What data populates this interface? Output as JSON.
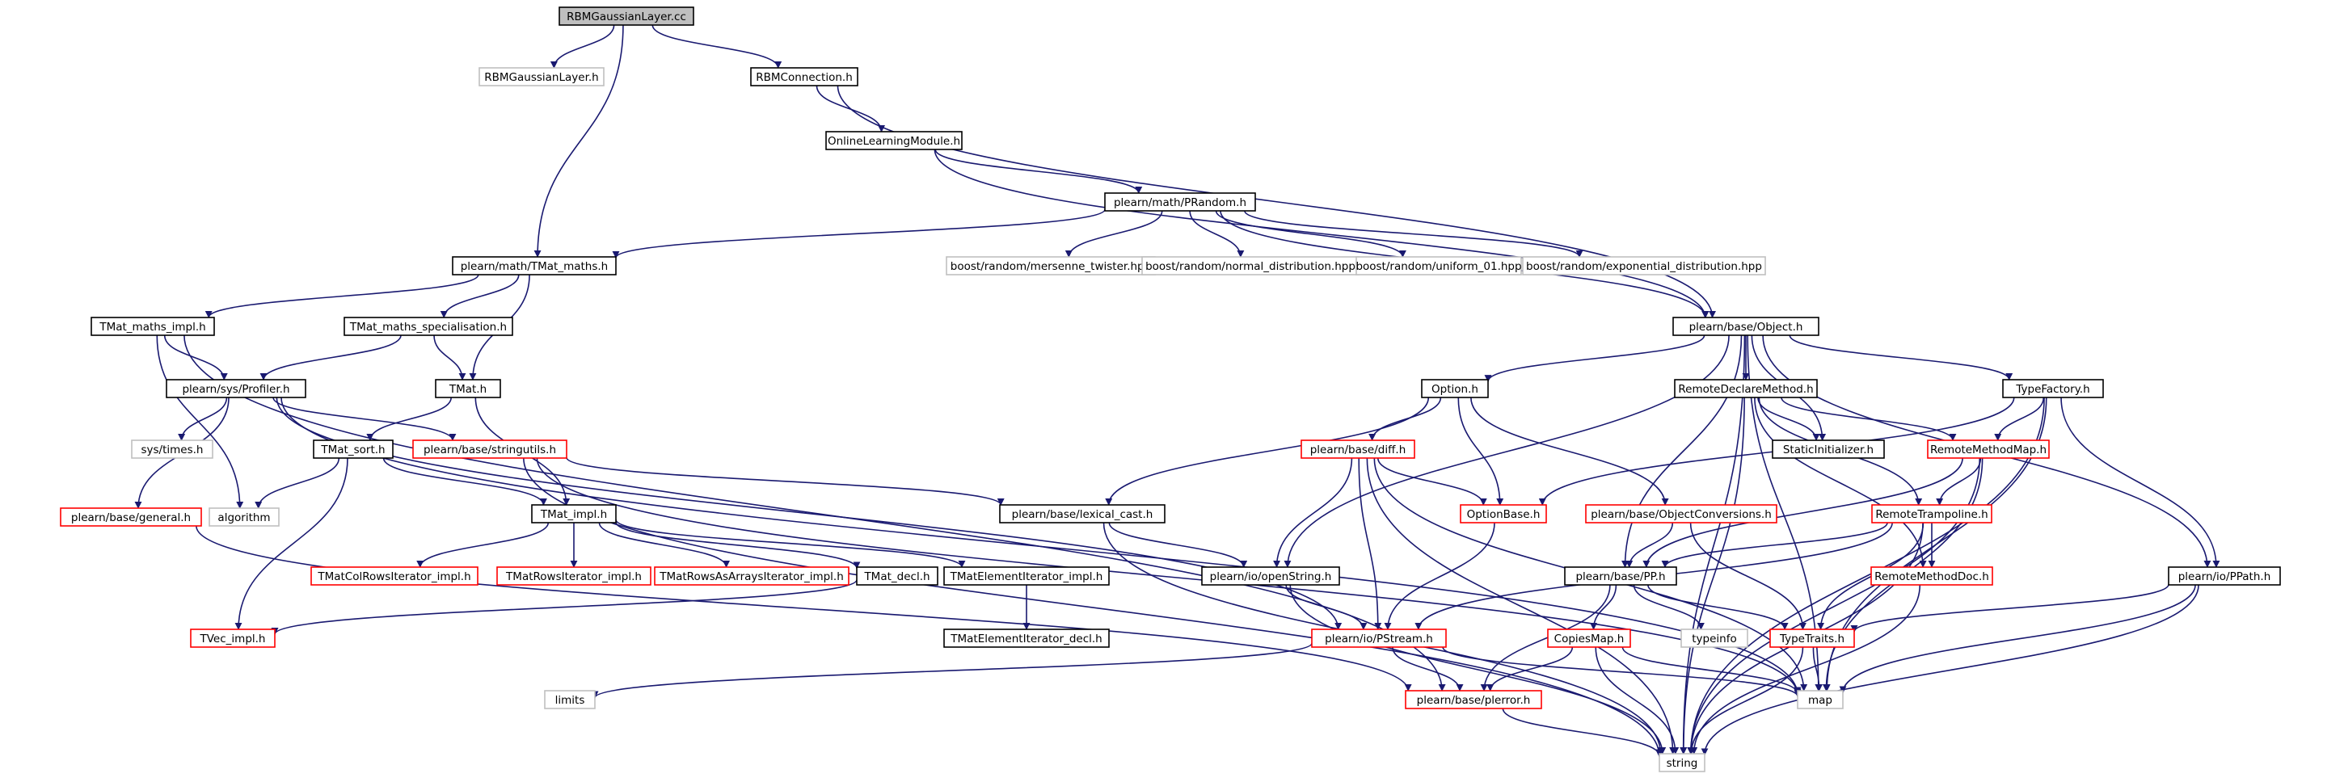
{
  "colors": {
    "edge": "#191970",
    "root_fill": "#bfbfbf",
    "documented_border": "#000000",
    "incomplete_border": "#ff0000",
    "external_border": "#bfbfbf",
    "text": "#000000"
  },
  "nodes": [
    {
      "id": "rbmgaussianlayer-cc",
      "label": "RBMGaussianLayer.cc",
      "kind": "root"
    },
    {
      "id": "rbmgaussianlayer-h",
      "label": "RBMGaussianLayer.h",
      "kind": "external"
    },
    {
      "id": "rbmconnection-h",
      "label": "RBMConnection.h",
      "kind": "documented"
    },
    {
      "id": "onlinelearningmodule-h",
      "label": "OnlineLearningModule.h",
      "kind": "documented"
    },
    {
      "id": "prandom-h",
      "label": "plearn/math/PRandom.h",
      "kind": "documented"
    },
    {
      "id": "tmat-maths-h",
      "label": "plearn/math/TMat_maths.h",
      "kind": "documented"
    },
    {
      "id": "mersenne-twister-hpp",
      "label": "boost/random/mersenne_twister.hpp",
      "kind": "external"
    },
    {
      "id": "normal-distribution-hpp",
      "label": "boost/random/normal_distribution.hpp",
      "kind": "external"
    },
    {
      "id": "uniform-01-hpp",
      "label": "boost/random/uniform_01.hpp",
      "kind": "external"
    },
    {
      "id": "exponential-distribution-hpp",
      "label": "boost/random/exponential_distribution.hpp",
      "kind": "external"
    },
    {
      "id": "tmat-maths-impl-h",
      "label": "TMat_maths_impl.h",
      "kind": "documented"
    },
    {
      "id": "tmat-maths-specialisation-h",
      "label": "TMat_maths_specialisation.h",
      "kind": "documented"
    },
    {
      "id": "object-h",
      "label": "plearn/base/Object.h",
      "kind": "documented"
    },
    {
      "id": "profiler-h",
      "label": "plearn/sys/Profiler.h",
      "kind": "documented"
    },
    {
      "id": "tmat-h",
      "label": "TMat.h",
      "kind": "documented"
    },
    {
      "id": "option-h",
      "label": "Option.h",
      "kind": "documented"
    },
    {
      "id": "remotedeclaremethod-h",
      "label": "RemoteDeclareMethod.h",
      "kind": "documented"
    },
    {
      "id": "typefactory-h",
      "label": "TypeFactory.h",
      "kind": "documented"
    },
    {
      "id": "sys-times-h",
      "label": "sys/times.h",
      "kind": "external"
    },
    {
      "id": "tmat-sort-h",
      "label": "TMat_sort.h",
      "kind": "documented"
    },
    {
      "id": "stringutils-h",
      "label": "plearn/base/stringutils.h",
      "kind": "incomplete"
    },
    {
      "id": "diff-h",
      "label": "plearn/base/diff.h",
      "kind": "incomplete"
    },
    {
      "id": "staticinitializer-h",
      "label": "StaticInitializer.h",
      "kind": "documented"
    },
    {
      "id": "remotemethodmap-h",
      "label": "RemoteMethodMap.h",
      "kind": "incomplete"
    },
    {
      "id": "general-h",
      "label": "plearn/base/general.h",
      "kind": "incomplete"
    },
    {
      "id": "algorithm",
      "label": "algorithm",
      "kind": "external"
    },
    {
      "id": "tmat-impl-h",
      "label": "TMat_impl.h",
      "kind": "documented"
    },
    {
      "id": "lexical-cast-h",
      "label": "plearn/base/lexical_cast.h",
      "kind": "documented"
    },
    {
      "id": "optionbase-h",
      "label": "OptionBase.h",
      "kind": "incomplete"
    },
    {
      "id": "objectconversions-h",
      "label": "plearn/base/ObjectConversions.h",
      "kind": "incomplete"
    },
    {
      "id": "remotetrampoline-h",
      "label": "RemoteTrampoline.h",
      "kind": "incomplete"
    },
    {
      "id": "tmatcolrowsiterator-impl-h",
      "label": "TMatColRowsIterator_impl.h",
      "kind": "incomplete"
    },
    {
      "id": "tmatrowsiterator-impl-h",
      "label": "TMatRowsIterator_impl.h",
      "kind": "incomplete"
    },
    {
      "id": "tmatrowsasarraysiterator-impl-h",
      "label": "TMatRowsAsArraysIterator_impl.h",
      "kind": "incomplete"
    },
    {
      "id": "tmat-decl-h",
      "label": "TMat_decl.h",
      "kind": "documented"
    },
    {
      "id": "tmatelementiterator-impl-h",
      "label": "TMatElementIterator_impl.h",
      "kind": "documented"
    },
    {
      "id": "openstring-h",
      "label": "plearn/io/openString.h",
      "kind": "documented"
    },
    {
      "id": "pp-h",
      "label": "plearn/base/PP.h",
      "kind": "documented"
    },
    {
      "id": "remotemethoddoc-h",
      "label": "RemoteMethodDoc.h",
      "kind": "incomplete"
    },
    {
      "id": "ppath-h",
      "label": "plearn/io/PPath.h",
      "kind": "documented"
    },
    {
      "id": "tvec-impl-h",
      "label": "TVec_impl.h",
      "kind": "incomplete"
    },
    {
      "id": "tmatelementiterator-decl-h",
      "label": "TMatElementIterator_decl.h",
      "kind": "documented"
    },
    {
      "id": "pstream-h",
      "label": "plearn/io/PStream.h",
      "kind": "incomplete"
    },
    {
      "id": "copiesmap-h",
      "label": "CopiesMap.h",
      "kind": "incomplete"
    },
    {
      "id": "typeinfo",
      "label": "typeinfo",
      "kind": "external"
    },
    {
      "id": "typetraits-h",
      "label": "TypeTraits.h",
      "kind": "incomplete"
    },
    {
      "id": "map",
      "label": "map",
      "kind": "external"
    },
    {
      "id": "limits",
      "label": "limits",
      "kind": "external"
    },
    {
      "id": "plerror-h",
      "label": "plearn/base/plerror.h",
      "kind": "incomplete"
    },
    {
      "id": "string",
      "label": "string",
      "kind": "external"
    }
  ],
  "edges": [
    [
      "rbmgaussianlayer-cc",
      "rbmgaussianlayer-h"
    ],
    [
      "rbmgaussianlayer-cc",
      "rbmconnection-h"
    ],
    [
      "rbmgaussianlayer-cc",
      "tmat-maths-h"
    ],
    [
      "rbmconnection-h",
      "onlinelearningmodule-h"
    ],
    [
      "rbmconnection-h",
      "object-h"
    ],
    [
      "onlinelearningmodule-h",
      "prandom-h"
    ],
    [
      "onlinelearningmodule-h",
      "object-h"
    ],
    [
      "prandom-h",
      "tmat-maths-h"
    ],
    [
      "prandom-h",
      "mersenne-twister-hpp"
    ],
    [
      "prandom-h",
      "normal-distribution-hpp"
    ],
    [
      "prandom-h",
      "uniform-01-hpp"
    ],
    [
      "prandom-h",
      "exponential-distribution-hpp"
    ],
    [
      "prandom-h",
      "object-h"
    ],
    [
      "tmat-maths-h",
      "tmat-maths-impl-h"
    ],
    [
      "tmat-maths-h",
      "tmat-maths-specialisation-h"
    ],
    [
      "tmat-maths-h",
      "tmat-h"
    ],
    [
      "tmat-maths-impl-h",
      "profiler-h"
    ],
    [
      "tmat-maths-impl-h",
      "algorithm"
    ],
    [
      "tmat-maths-impl-h",
      "plerror-h"
    ],
    [
      "tmat-maths-specialisation-h",
      "profiler-h"
    ],
    [
      "tmat-maths-specialisation-h",
      "tmat-h"
    ],
    [
      "profiler-h",
      "sys-times-h"
    ],
    [
      "profiler-h",
      "stringutils-h"
    ],
    [
      "profiler-h",
      "general-h"
    ],
    [
      "profiler-h",
      "pstream-h"
    ],
    [
      "profiler-h",
      "map"
    ],
    [
      "tmat-h",
      "tmat-sort-h"
    ],
    [
      "tmat-h",
      "tmat-impl-h"
    ],
    [
      "tmat-sort-h",
      "algorithm"
    ],
    [
      "tmat-sort-h",
      "tmat-impl-h"
    ],
    [
      "tmat-sort-h",
      "tvec-impl-h"
    ],
    [
      "stringutils-h",
      "lexical-cast-h"
    ],
    [
      "stringutils-h",
      "string"
    ],
    [
      "stringutils-h",
      "map"
    ],
    [
      "general-h",
      "plerror-h"
    ],
    [
      "tmat-impl-h",
      "tmatcolrowsiterator-impl-h"
    ],
    [
      "tmat-impl-h",
      "tmatrowsiterator-impl-h"
    ],
    [
      "tmat-impl-h",
      "tmatrowsasarraysiterator-impl-h"
    ],
    [
      "tmat-impl-h",
      "tmat-decl-h"
    ],
    [
      "tmat-impl-h",
      "tmatelementiterator-impl-h"
    ],
    [
      "tmat-decl-h",
      "tvec-impl-h"
    ],
    [
      "tmatelementiterator-impl-h",
      "tmatelementiterator-decl-h"
    ],
    [
      "object-h",
      "option-h"
    ],
    [
      "object-h",
      "openstring-h"
    ],
    [
      "object-h",
      "remotedeclaremethod-h"
    ],
    [
      "object-h",
      "staticinitializer-h"
    ],
    [
      "object-h",
      "typefactory-h"
    ],
    [
      "object-h",
      "ppath-h"
    ],
    [
      "object-h",
      "pp-h"
    ],
    [
      "object-h",
      "map"
    ],
    [
      "object-h",
      "string"
    ],
    [
      "option-h",
      "diff-h"
    ],
    [
      "option-h",
      "optionbase-h"
    ],
    [
      "option-h",
      "objectconversions-h"
    ],
    [
      "option-h",
      "lexical-cast-h"
    ],
    [
      "diff-h",
      "optionbase-h"
    ],
    [
      "diff-h",
      "openstring-h"
    ],
    [
      "diff-h",
      "pstream-h"
    ],
    [
      "diff-h",
      "map"
    ],
    [
      "diff-h",
      "string"
    ],
    [
      "remotedeclaremethod-h",
      "staticinitializer-h"
    ],
    [
      "remotedeclaremethod-h",
      "remotemethodmap-h"
    ],
    [
      "remotedeclaremethod-h",
      "remotetrampoline-h"
    ],
    [
      "remotedeclaremethod-h",
      "remotemethoddoc-h"
    ],
    [
      "remotedeclaremethod-h",
      "string"
    ],
    [
      "typefactory-h",
      "remotemethodmap-h"
    ],
    [
      "typefactory-h",
      "optionbase-h"
    ],
    [
      "typefactory-h",
      "ppath-h"
    ],
    [
      "typefactory-h",
      "map"
    ],
    [
      "typefactory-h",
      "string"
    ],
    [
      "remotemethodmap-h",
      "remotetrampoline-h"
    ],
    [
      "remotemethodmap-h",
      "pp-h"
    ],
    [
      "remotemethodmap-h",
      "map"
    ],
    [
      "remotemethodmap-h",
      "string"
    ],
    [
      "lexical-cast-h",
      "openstring-h"
    ],
    [
      "lexical-cast-h",
      "string"
    ],
    [
      "optionbase-h",
      "pstream-h"
    ],
    [
      "objectconversions-h",
      "pp-h"
    ],
    [
      "objectconversions-h",
      "typetraits-h"
    ],
    [
      "remotetrampoline-h",
      "pp-h"
    ],
    [
      "remotetrampoline-h",
      "remotemethoddoc-h"
    ],
    [
      "remotetrampoline-h",
      "typetraits-h"
    ],
    [
      "remotetrampoline-h",
      "pstream-h"
    ],
    [
      "remotetrampoline-h",
      "string"
    ],
    [
      "openstring-h",
      "pstream-h"
    ],
    [
      "openstring-h",
      "string"
    ],
    [
      "pp-h",
      "copiesmap-h"
    ],
    [
      "pp-h",
      "typeinfo"
    ],
    [
      "pp-h",
      "typetraits-h"
    ],
    [
      "pp-h",
      "plerror-h"
    ],
    [
      "remotemethoddoc-h",
      "string"
    ],
    [
      "ppath-h",
      "typetraits-h"
    ],
    [
      "ppath-h",
      "map"
    ],
    [
      "ppath-h",
      "string"
    ],
    [
      "pstream-h",
      "plerror-h"
    ],
    [
      "pstream-h",
      "map"
    ],
    [
      "pstream-h",
      "limits"
    ],
    [
      "copiesmap-h",
      "plerror-h"
    ],
    [
      "copiesmap-h",
      "map"
    ],
    [
      "copiesmap-h",
      "string"
    ],
    [
      "typetraits-h",
      "map"
    ],
    [
      "typetraits-h",
      "string"
    ],
    [
      "plerror-h",
      "string"
    ]
  ]
}
